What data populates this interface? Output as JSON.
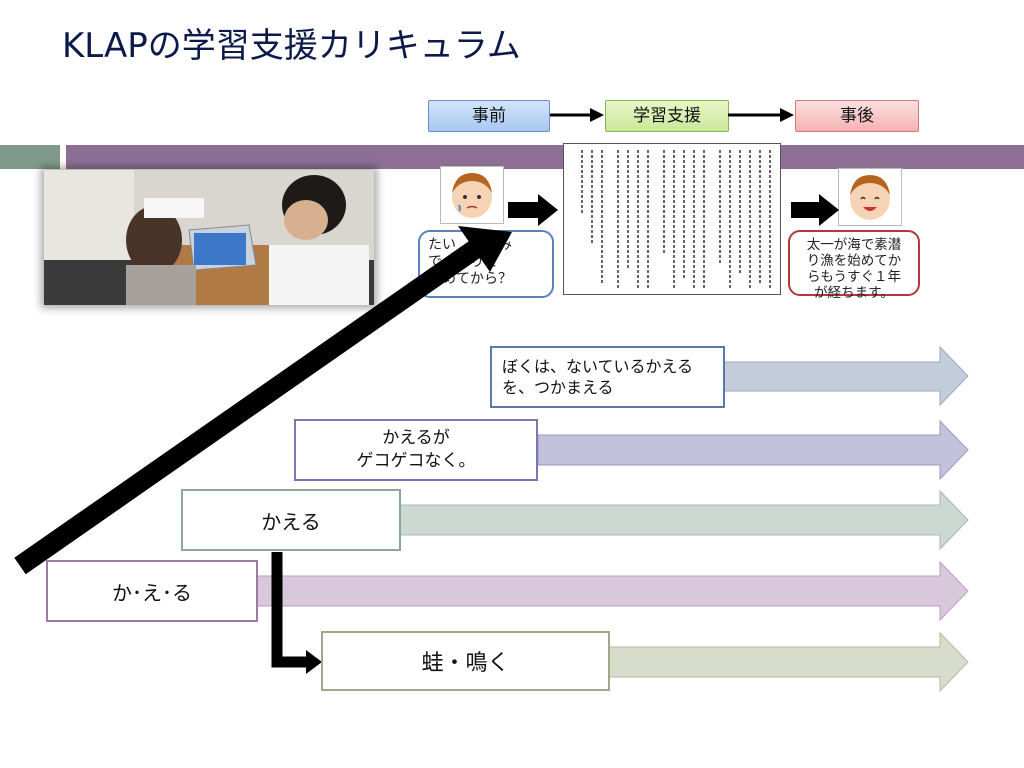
{
  "title": "KLAPの学習支援カリキュラム",
  "flow": {
    "pre": "事前",
    "mid": "学習支援",
    "post": "事後"
  },
  "bubbles": {
    "pre": [
      "たい　　うみ",
      "で　　りを",
      "　めてから？"
    ],
    "post": [
      "太一が海で素潜",
      "り漁を始めてか",
      "らもうすぐ１年",
      "が経ちます。"
    ]
  },
  "levels": {
    "l5": [
      "ぼくは、ないているかえる",
      "を、つかまえる"
    ],
    "l4": [
      "かえるが",
      "ゲコゲコなく。"
    ],
    "l3": "かえる",
    "l2": "か･え･る",
    "l1": "蛙・鳴く"
  },
  "colors": {
    "title": "#0b1a4a",
    "band_left": "#7f9a8a",
    "band_right": "#8c6f93",
    "arrow5": "#c4cddb",
    "arrow4": "#c3c1db",
    "arrow3": "#cdd8d2",
    "arrow2": "#d9c8dc",
    "arrow1": "#d8dccb"
  },
  "icons": [
    "photo-of-student-and-tutor",
    "boy-face-icon",
    "boy-smiling-face-icon",
    "story-text-page-icon",
    "arrow-right-icon"
  ]
}
